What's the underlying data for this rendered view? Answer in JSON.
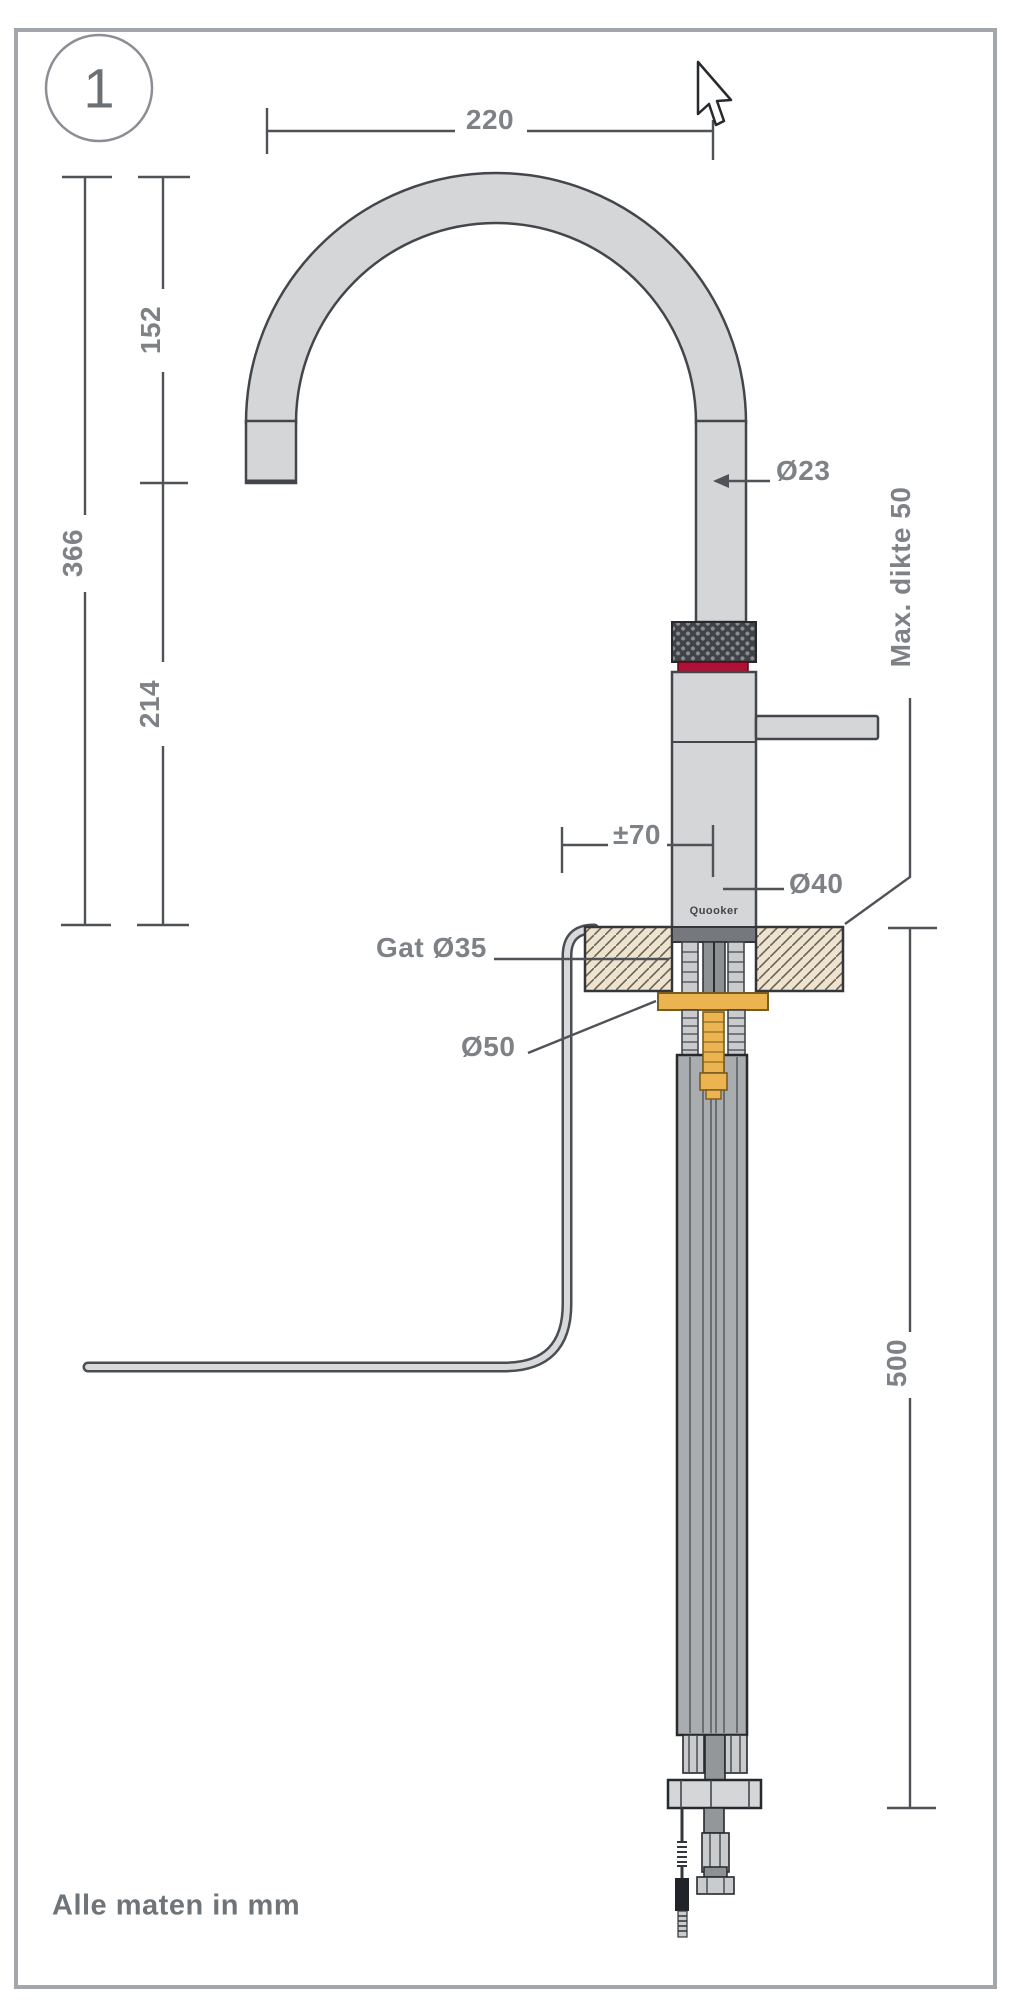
{
  "figure": {
    "callout_number": "1",
    "brand_logo": "Quooker",
    "footer_note": "Alle maten in mm"
  },
  "dimensions": {
    "spout_reach": "220",
    "height_total": "366",
    "height_upper": "152",
    "height_lower": "214",
    "spout_diameter": "Ø23",
    "body_diameter": "Ø40",
    "hole_diameter": "Gat Ø35",
    "flange_diameter": "Ø50",
    "hose_offset": "±70",
    "max_counter_thickness": "Max. dikte 50",
    "below_counter_length": "500"
  },
  "colors": {
    "frame": "#a3a7ab",
    "line": "#4f5357",
    "line_dark": "#43464b",
    "dim_text": "#7e8286",
    "steel": "#d5d6d7",
    "accent_red": "#b01035",
    "brass_gold": "#ebb450",
    "counter_beige": "#eee3ce"
  }
}
